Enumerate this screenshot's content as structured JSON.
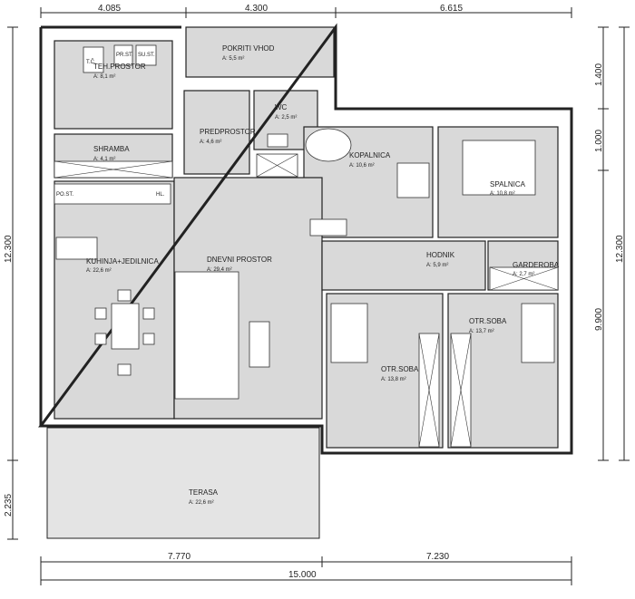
{
  "rooms": {
    "teh": {
      "name": "TEH.PROSTOR",
      "area": "A: 8,1 m²"
    },
    "shramba": {
      "name": "SHRAMBA",
      "area": "A: 4,1 m²"
    },
    "pokriti": {
      "name": "POKRITI VHOD",
      "area": "A: 5,5 m²"
    },
    "predprostor": {
      "name": "PREDPROSTOR",
      "area": "A: 4,6 m²"
    },
    "wc": {
      "name": "WC",
      "area": "A: 2,5 m²"
    },
    "kopalnica": {
      "name": "KOPALNICA",
      "area": "A: 10,6 m²"
    },
    "spalnica": {
      "name": "SPALNICA",
      "area": "A: 10,8 m²"
    },
    "kuhinja": {
      "name": "KUHINJA+JEDILNICA",
      "area": "A: 22,6 m²"
    },
    "dnevni": {
      "name": "DNEVNI PROSTOR",
      "area": "A: 29,4 m²"
    },
    "hodnik": {
      "name": "HODNIK",
      "area": "A: 5,9 m²"
    },
    "garderoba": {
      "name": "GARDEROBA",
      "area": "A: 2,7 m²"
    },
    "soba1": {
      "name": "OTR.SOBA",
      "area": "A: 13,8 m²"
    },
    "soba2": {
      "name": "OTR.SOBA",
      "area": "A: 13,7 m²"
    },
    "terasa": {
      "name": "TERASA",
      "area": "A: 22,6 m²"
    }
  },
  "fixtures": {
    "tc": "T.Č.",
    "prst": "PR.ST.",
    "sust": "SU.ST.",
    "post": "PO.ST.",
    "hl": "HL."
  },
  "dimensions": {
    "top": [
      "4.085",
      "4.300",
      "6.615"
    ],
    "bottom": [
      "7.770",
      "7.230"
    ],
    "bottom_total": "15.000",
    "left": [
      "12.300",
      "2.235"
    ],
    "right_inner": [
      "1.400",
      "1.000",
      "9.900"
    ],
    "right_total": "12.300"
  }
}
